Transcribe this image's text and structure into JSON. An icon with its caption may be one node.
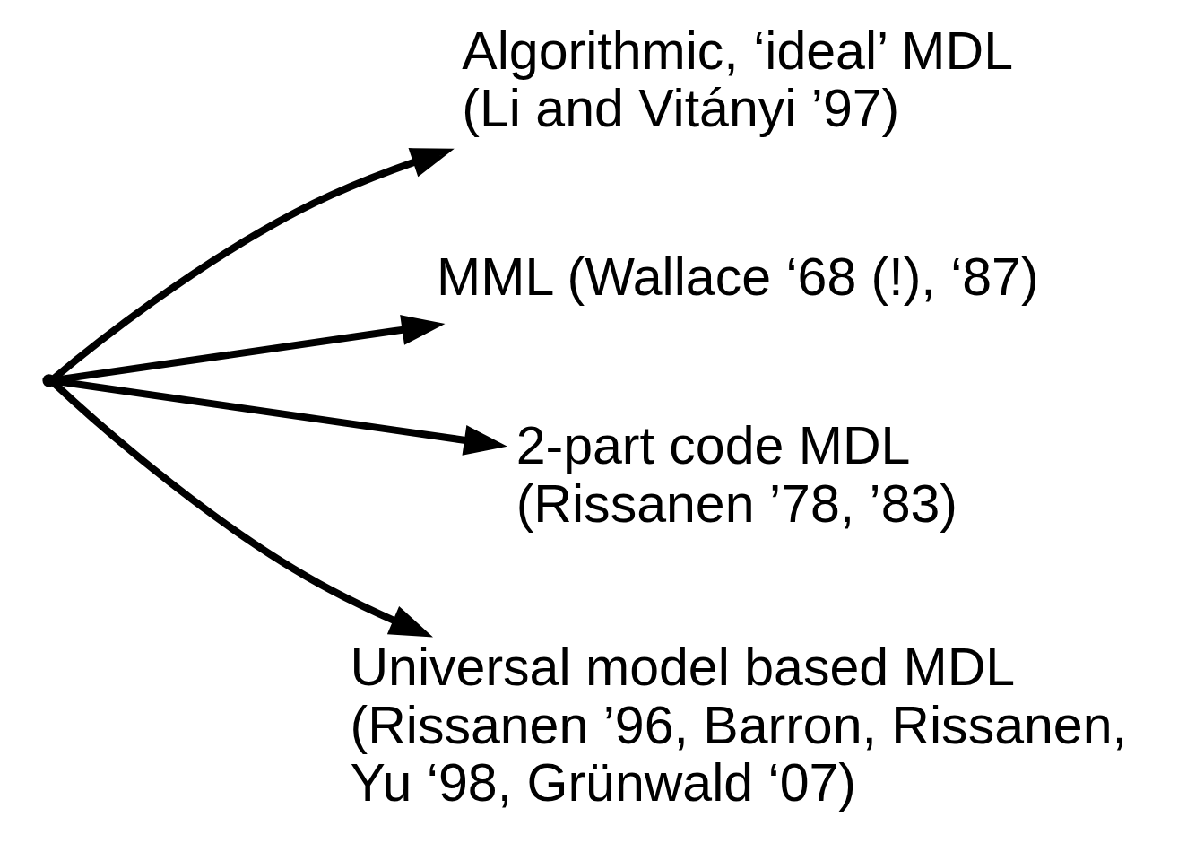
{
  "diagram": {
    "nodes": [
      {
        "text": [],
        "shape": "point"
      },
      {
        "text": [
          "Algorithmic, ‘ideal’ MDL",
          "(Li and Vitányi ’97)"
        ]
      },
      {
        "text": [
          "MML (Wallace ‘68 (!), ‘87)"
        ]
      },
      {
        "text": [
          "2-part code MDL",
          "(Rissanen ’78, ’83)"
        ]
      },
      {
        "text": [
          "Universal model based MDL",
          "(Rissanen ’96, Barron, Rissanen, Yu ‘98, Grünwald ‘07)"
        ]
      }
    ],
    "edges": [
      {
        "from": 0,
        "to": 1,
        "arrow": "to"
      },
      {
        "from": 0,
        "to": 2,
        "arrow": "to"
      },
      {
        "from": 0,
        "to": 3,
        "arrow": "to"
      },
      {
        "from": 0,
        "to": 4,
        "arrow": "to"
      }
    ]
  }
}
